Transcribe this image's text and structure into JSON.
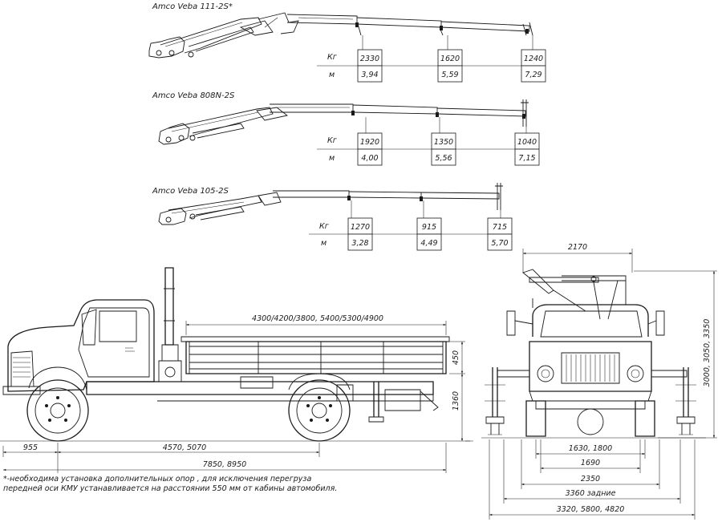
{
  "cranes": [
    {
      "title": "Amco Veba 111-2S*",
      "row_labels": [
        "Кг",
        "м"
      ],
      "columns": [
        {
          "kg": "2330",
          "m": "3,94"
        },
        {
          "kg": "1620",
          "m": "5,59"
        },
        {
          "kg": "1240",
          "m": "7,29"
        }
      ]
    },
    {
      "title": "Amco Veba 808N-2S",
      "row_labels": [
        "Кг",
        "м"
      ],
      "columns": [
        {
          "kg": "1920",
          "m": "4,00"
        },
        {
          "kg": "1350",
          "m": "5,56"
        },
        {
          "kg": "1040",
          "m": "7,15"
        }
      ]
    },
    {
      "title": "Amco Veba 105-2S",
      "row_labels": [
        "Кг",
        "м"
      ],
      "columns": [
        {
          "kg": "1270",
          "m": "3,28"
        },
        {
          "kg": "915",
          "m": "4,49"
        },
        {
          "kg": "715",
          "m": "5,70"
        }
      ]
    }
  ],
  "side_view": {
    "body_length": "4300/4200/3800, 5400/5300/4900",
    "side_height": "450",
    "deck_height": "1360",
    "front_overhang": "955",
    "wheelbase": "4570, 5070",
    "overall_length": "7850, 8950"
  },
  "front_view": {
    "top_width": "2170",
    "total_height": "3000, 3050, 3350",
    "track_width": "1630, 1800",
    "inner_width": "1690",
    "outer_width": "2350",
    "rear_outrigger": "3360 задние",
    "outrigger_span": "3320, 5800, 4820"
  },
  "footnote": {
    "line1": "*-необходима установка дополнительных опор , для исключения перегруза",
    "line2": "передней оси КМУ устанавливается на расстоянии 550 мм от кабины автомобиля."
  }
}
